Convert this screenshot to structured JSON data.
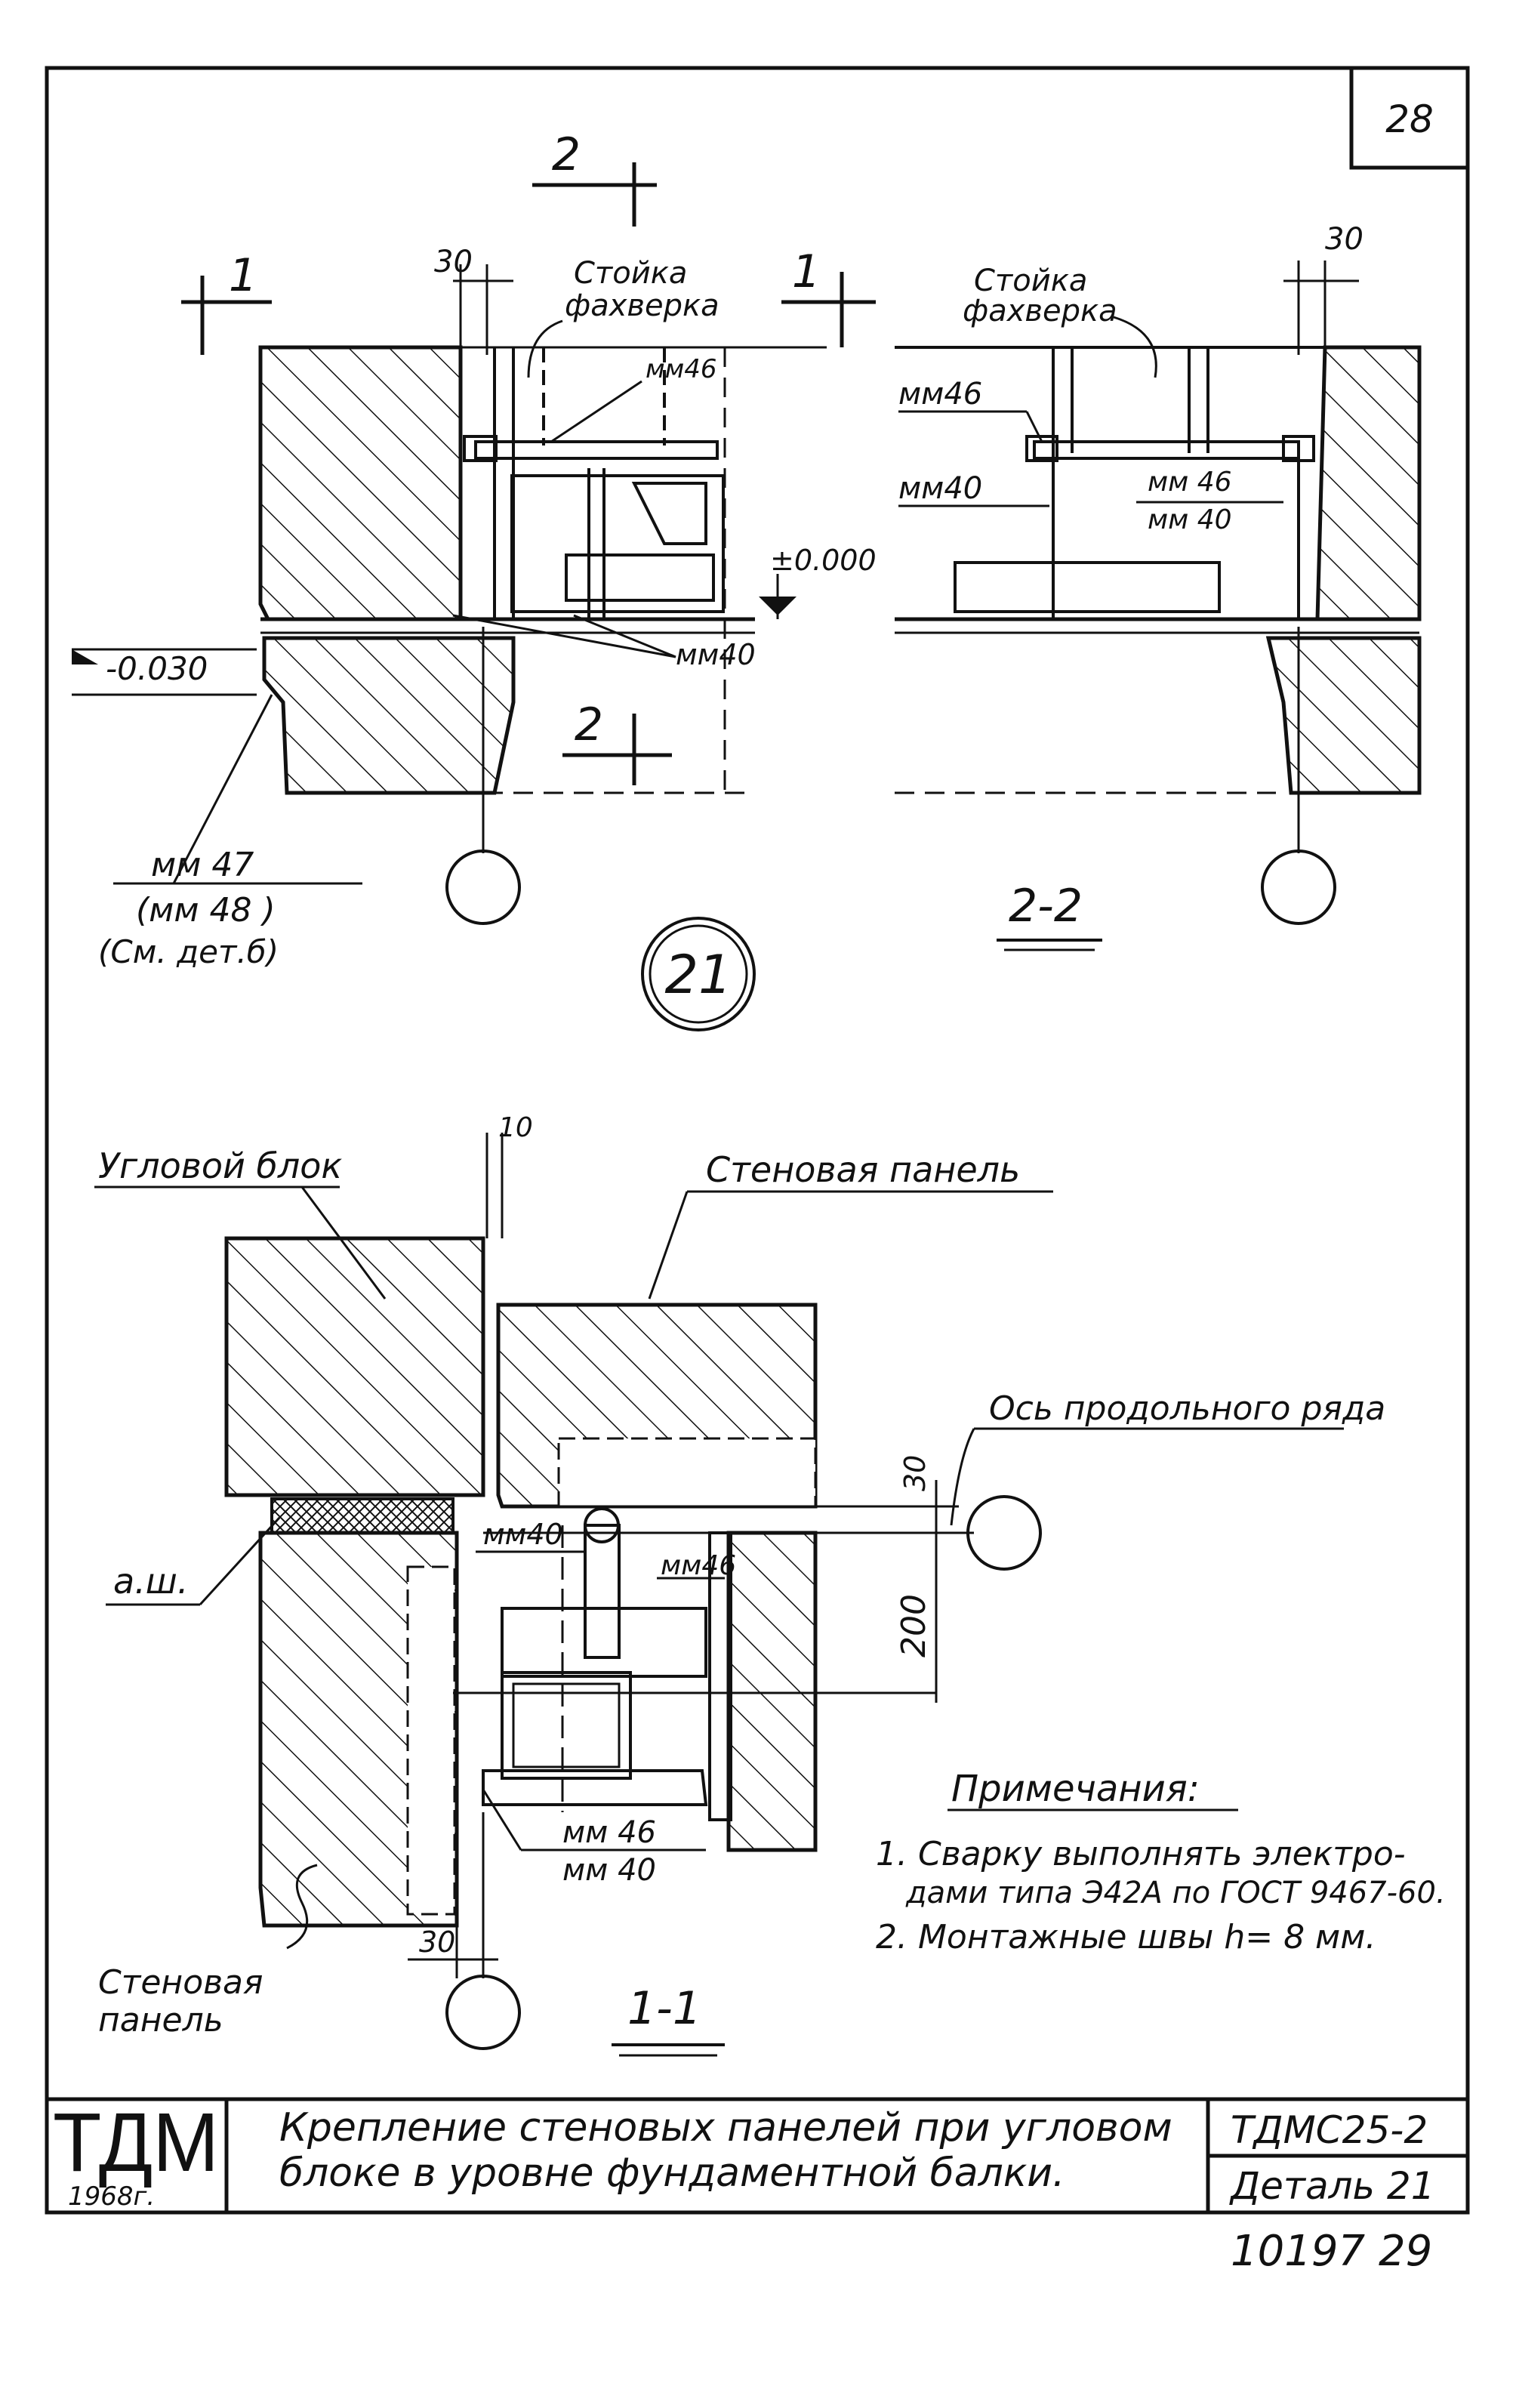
{
  "sheet": {
    "page_number": "28",
    "stamp_org": "ТДМ",
    "stamp_year": "1968г.",
    "title_line1": "Крепление стеновых панелей при угловом",
    "title_line2": "блоке в уровне фундаментной балки.",
    "series_code": "ТДМС25-2",
    "detail_ref": "Деталь 21",
    "archive_number": "10197 29"
  },
  "top_view": {
    "section_2_mark": "2",
    "section_1_mark": "1",
    "dim_30": "30",
    "label_stoyka_1": "Стойка",
    "label_stoyka_2": "фахверка",
    "mm46": "мм46",
    "mm40": "мм40",
    "level_zero": "±0.000",
    "level_minus": "-0.030",
    "mm47": "мм 47",
    "mm48": "(мм 48 )",
    "see_det": "(См. дет.б)",
    "detail_number": "21"
  },
  "view_2_2": {
    "caption": "2-2",
    "dim_30": "30",
    "label_stoyka_1": "Стойка",
    "label_stoyka_2": "фахверка",
    "mm46": "мм46",
    "mm40": "мм40",
    "mm46_over_40_top": "мм 46",
    "mm46_over_40_bottom": "мм 40"
  },
  "view_1_1": {
    "caption": "1-1",
    "corner_block": "Угловой блок",
    "wall_panel_top": "Стеновая панель",
    "axis_label": "Ось продольного ряда",
    "dim_10": "10",
    "dim_30a": "30",
    "dim_200": "200",
    "dim_30b": "30",
    "aw_label": "а.ш.",
    "mm40": "мм40",
    "mm46": "мм46",
    "mm46_b": "мм 46",
    "mm40_b": "мм 40",
    "wall_panel_bottom_1": "Стеновая",
    "wall_panel_bottom_2": "панель"
  },
  "notes": {
    "heading": "Примечания:",
    "note1_line1": "1. Сварку выполнять электро-",
    "note1_line2": "дами типа Э42А по ГОСТ 9467-60.",
    "note2": "2. Монтажные швы h= 8 мм."
  }
}
